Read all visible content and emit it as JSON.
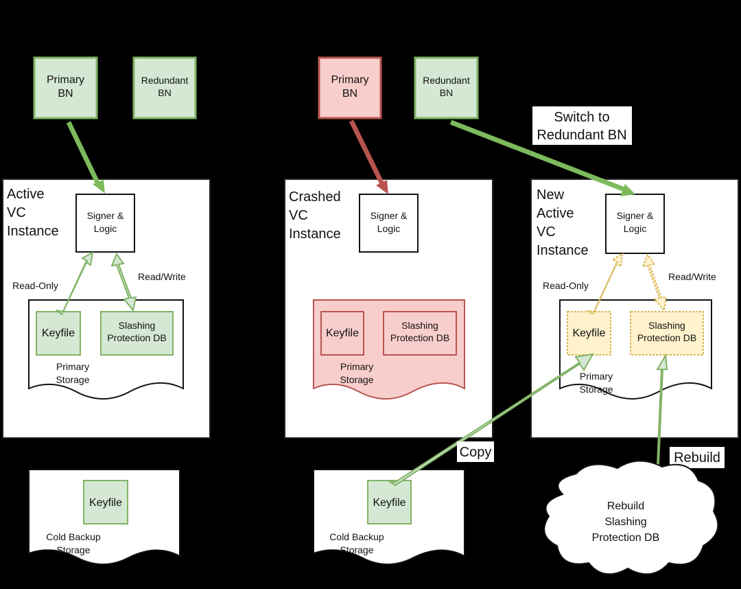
{
  "left": {
    "primary_bn": [
      "Primary",
      "BN"
    ],
    "redundant_bn": [
      "Redundant",
      "BN"
    ],
    "vc_title": [
      "Active",
      "VC",
      "Instance"
    ],
    "signer": [
      "Signer &",
      "Logic"
    ],
    "read_only": "Read-Only",
    "read_write": "Read/Write",
    "keyfile": "Keyfile",
    "slashing": [
      "Slashing",
      "Protection DB"
    ],
    "storage": [
      "Primary",
      "Storage"
    ],
    "cold_keyfile": "Keyfile",
    "cold_storage": [
      "Cold Backup",
      "Storage"
    ]
  },
  "middle": {
    "primary_bn": [
      "Primary",
      "BN"
    ],
    "redundant_bn": [
      "Redundant",
      "BN"
    ],
    "vc_title": [
      "Crashed",
      "VC",
      "Instance"
    ],
    "signer": [
      "Signer &",
      "Logic"
    ],
    "keyfile": "Keyfile",
    "slashing": [
      "Slashing",
      "Protection DB"
    ],
    "storage": [
      "Primary",
      "Storage"
    ],
    "cold_keyfile": "Keyfile",
    "cold_storage": [
      "Cold Backup",
      "Storage"
    ]
  },
  "right": {
    "switch_label": [
      "Switch to",
      "Redundant BN"
    ],
    "vc_title": [
      "New",
      "Active",
      "VC",
      "Instance"
    ],
    "signer": [
      "Signer &",
      "Logic"
    ],
    "read_only": "Read-Only",
    "read_write": "Read/Write",
    "keyfile": "Keyfile",
    "slashing": [
      "Slashing",
      "Protection DB"
    ],
    "storage": [
      "Primary",
      "Storage"
    ],
    "copy_label": "Copy",
    "rebuild_label": "Rebuild",
    "cloud": [
      "Rebuild",
      "Slashing",
      "Protection DB"
    ]
  },
  "colors": {
    "green_fill": "#d5e8d4",
    "green_stroke": "#82b366",
    "red_fill": "#f8cecc",
    "red_stroke": "#b85450",
    "yellow_fill": "#fff2cc",
    "yellow_stroke": "#d6b656",
    "arrow_green": "#7dba5c",
    "arrow_red": "#b85450"
  }
}
